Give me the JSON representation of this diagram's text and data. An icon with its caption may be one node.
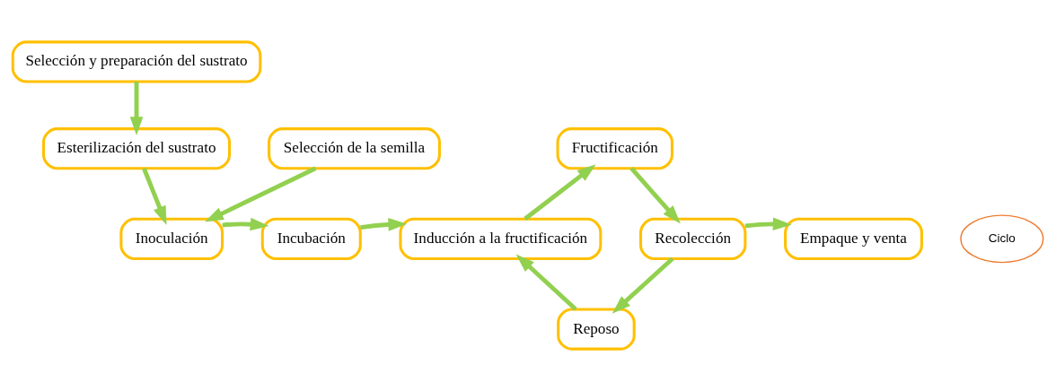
{
  "diagram": {
    "nodes": [
      {
        "text": [
          "Selección y preparación del sustrato"
        ]
      },
      {
        "text": [
          "Esterilización del sustrato"
        ]
      },
      {
        "text": [
          "Selección de la semilla"
        ]
      },
      {
        "text": [
          "Inoculación"
        ]
      },
      {
        "text": [
          "Incubación"
        ]
      },
      {
        "text": [
          "Inducción a la fructificación"
        ]
      },
      {
        "text": [
          "Fructificación"
        ]
      },
      {
        "text": [
          "Recolección"
        ]
      },
      {
        "text": [
          "Reposo"
        ]
      },
      {
        "text": [
          "Empaque y venta"
        ]
      },
      {
        "text": [
          "Ciclo"
        ]
      }
    ],
    "edges": [
      {
        "from": 0,
        "to": 1,
        "arrow": "to"
      },
      {
        "from": 1,
        "to": 3,
        "arrow": "to"
      },
      {
        "from": 2,
        "to": 3,
        "arrow": "to"
      },
      {
        "from": 3,
        "to": 4,
        "arrow": "to"
      },
      {
        "from": 4,
        "to": 5,
        "arrow": "to"
      },
      {
        "from": 5,
        "to": 6,
        "arrow": "to"
      },
      {
        "from": 6,
        "to": 7,
        "arrow": "to"
      },
      {
        "from": 7,
        "to": 8,
        "arrow": "to"
      },
      {
        "from": 8,
        "to": 5,
        "arrow": "to"
      },
      {
        "from": 7,
        "to": 9,
        "arrow": "to"
      }
    ]
  }
}
